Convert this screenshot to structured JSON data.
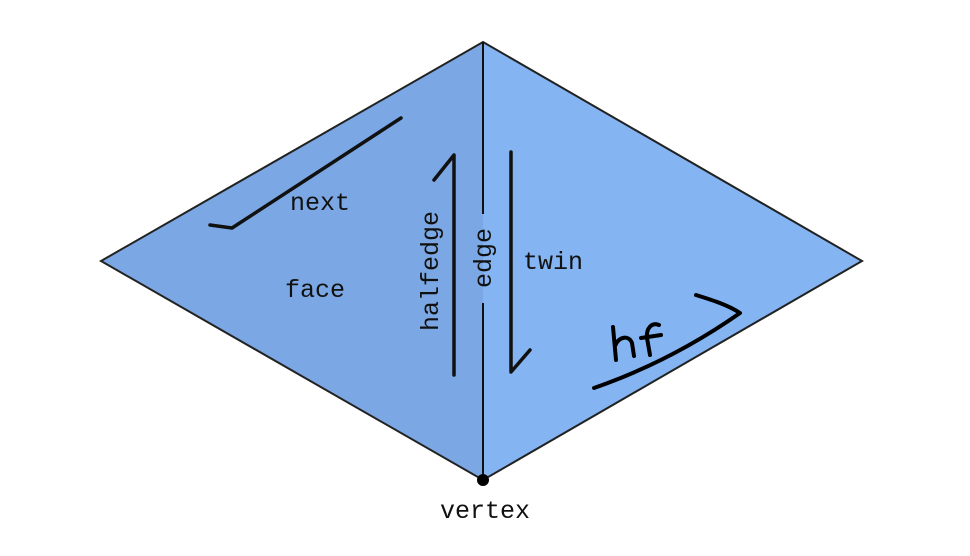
{
  "labels": {
    "next": "next",
    "face": "face",
    "halfedge": "halfedge",
    "edge": "edge",
    "twin": "twin",
    "vertex": "vertex",
    "handwritten": "hf"
  },
  "colors": {
    "left_face": "#7ba8e4",
    "right_face": "#84b5f2",
    "outline": "#222222",
    "ink": "#111111"
  },
  "icons": {
    "next": "half-arrow-icon",
    "halfedge": "half-arrow-icon",
    "twin": "half-arrow-icon",
    "handwritten": "half-arrow-icon"
  }
}
